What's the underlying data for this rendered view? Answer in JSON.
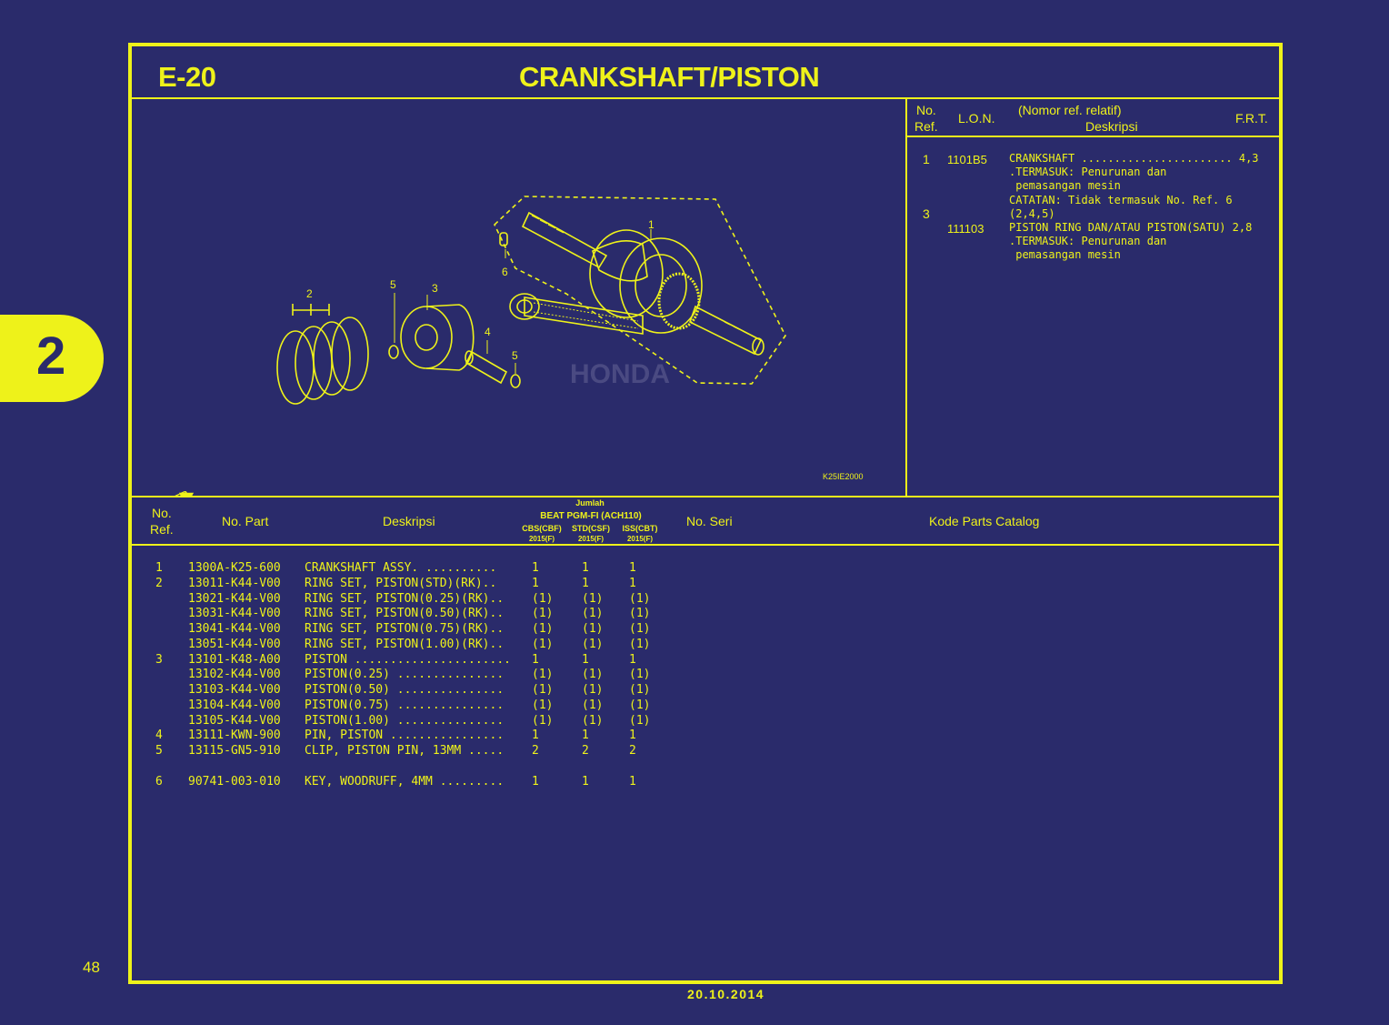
{
  "header": {
    "code": "E-20",
    "title": "CRANKSHAFT/PISTON"
  },
  "side_tab": "2",
  "page_number": "48",
  "date": "20.10.2014",
  "diagram": {
    "callouts": [
      "1",
      "2",
      "3",
      "4",
      "5",
      "5",
      "6"
    ],
    "front_marker": "FR.",
    "illustration_id": "K25IE2000",
    "watermark": "HONDA"
  },
  "ref_header": {
    "no": "No.",
    "ref": "Ref.",
    "lon": "L.O.N.",
    "nomor": "(Nomor ref. relatif)",
    "deskripsi": "Deskripsi",
    "frt": "F.R.T."
  },
  "ref_rows": [
    {
      "no": "1",
      "lon": "1101B5",
      "lines": [
        "CRANKSHAFT ....................... 4,3",
        ".TERMASUK: Penurunan dan",
        " pemasangan mesin",
        "CATATAN: Tidak termasuk No. Ref. 6",
        "(2,4,5)"
      ]
    },
    {
      "no": "3",
      "lon": "111103",
      "lines": [
        "PISTON RING DAN/ATAU PISTON(SATU) 2,8",
        ".TERMASUK: Penurunan dan",
        " pemasangan mesin"
      ]
    }
  ],
  "parts_header": {
    "no": "No.",
    "ref": "Ref.",
    "no_part": "No. Part",
    "deskripsi": "Deskripsi",
    "jumlah": "Jumlah",
    "model": "BEAT PGM-FI (ACH110)",
    "variants": [
      {
        "name": "CBS(CBF)",
        "year": "2015(F)"
      },
      {
        "name": "STD(CSF)",
        "year": "2015(F)"
      },
      {
        "name": "ISS(CBT)",
        "year": "2015(F)"
      }
    ],
    "no_seri": "No. Seri",
    "kode": "Kode Parts Catalog"
  },
  "parts": [
    {
      "ref": "1",
      "part": "1300A-K25-600",
      "desc": "CRANKSHAFT ASSY. ..........",
      "q1": "1",
      "q2": "1",
      "q3": "1"
    },
    {
      "ref": "2",
      "part": "13011-K44-V00",
      "desc": "RING SET, PISTON(STD)(RK)..",
      "q1": "1",
      "q2": "1",
      "q3": "1"
    },
    {
      "ref": "",
      "part": "13021-K44-V00",
      "desc": "RING SET, PISTON(0.25)(RK)..",
      "q1": "(1)",
      "q2": "(1)",
      "q3": "(1)"
    },
    {
      "ref": "",
      "part": "13031-K44-V00",
      "desc": "RING SET, PISTON(0.50)(RK)..",
      "q1": "(1)",
      "q2": "(1)",
      "q3": "(1)"
    },
    {
      "ref": "",
      "part": "13041-K44-V00",
      "desc": "RING SET, PISTON(0.75)(RK)..",
      "q1": "(1)",
      "q2": "(1)",
      "q3": "(1)"
    },
    {
      "ref": "",
      "part": "13051-K44-V00",
      "desc": "RING SET, PISTON(1.00)(RK)..",
      "q1": "(1)",
      "q2": "(1)",
      "q3": "(1)"
    },
    {
      "ref": "3",
      "part": "13101-K48-A00",
      "desc": "PISTON ......................",
      "q1": "1",
      "q2": "1",
      "q3": "1"
    },
    {
      "ref": "",
      "part": "13102-K44-V00",
      "desc": "PISTON(0.25) ...............",
      "q1": "(1)",
      "q2": "(1)",
      "q3": "(1)"
    },
    {
      "ref": "",
      "part": "13103-K44-V00",
      "desc": "PISTON(0.50) ...............",
      "q1": "(1)",
      "q2": "(1)",
      "q3": "(1)"
    },
    {
      "ref": "",
      "part": "13104-K44-V00",
      "desc": "PISTON(0.75) ...............",
      "q1": "(1)",
      "q2": "(1)",
      "q3": "(1)"
    },
    {
      "ref": "",
      "part": "13105-K44-V00",
      "desc": "PISTON(1.00) ...............",
      "q1": "(1)",
      "q2": "(1)",
      "q3": "(1)"
    },
    {
      "ref": "4",
      "part": "13111-KWN-900",
      "desc": "PIN, PISTON ................",
      "q1": "1",
      "q2": "1",
      "q3": "1"
    },
    {
      "ref": "5",
      "part": "13115-GN5-910",
      "desc": "CLIP, PISTON PIN, 13MM .....",
      "q1": "2",
      "q2": "2",
      "q3": "2"
    },
    {
      "ref": "",
      "part": "",
      "desc": "",
      "q1": "",
      "q2": "",
      "q3": ""
    },
    {
      "ref": "6",
      "part": "90741-003-010",
      "desc": "KEY, WOODRUFF, 4MM .........",
      "q1": "1",
      "q2": "1",
      "q3": "1"
    }
  ]
}
